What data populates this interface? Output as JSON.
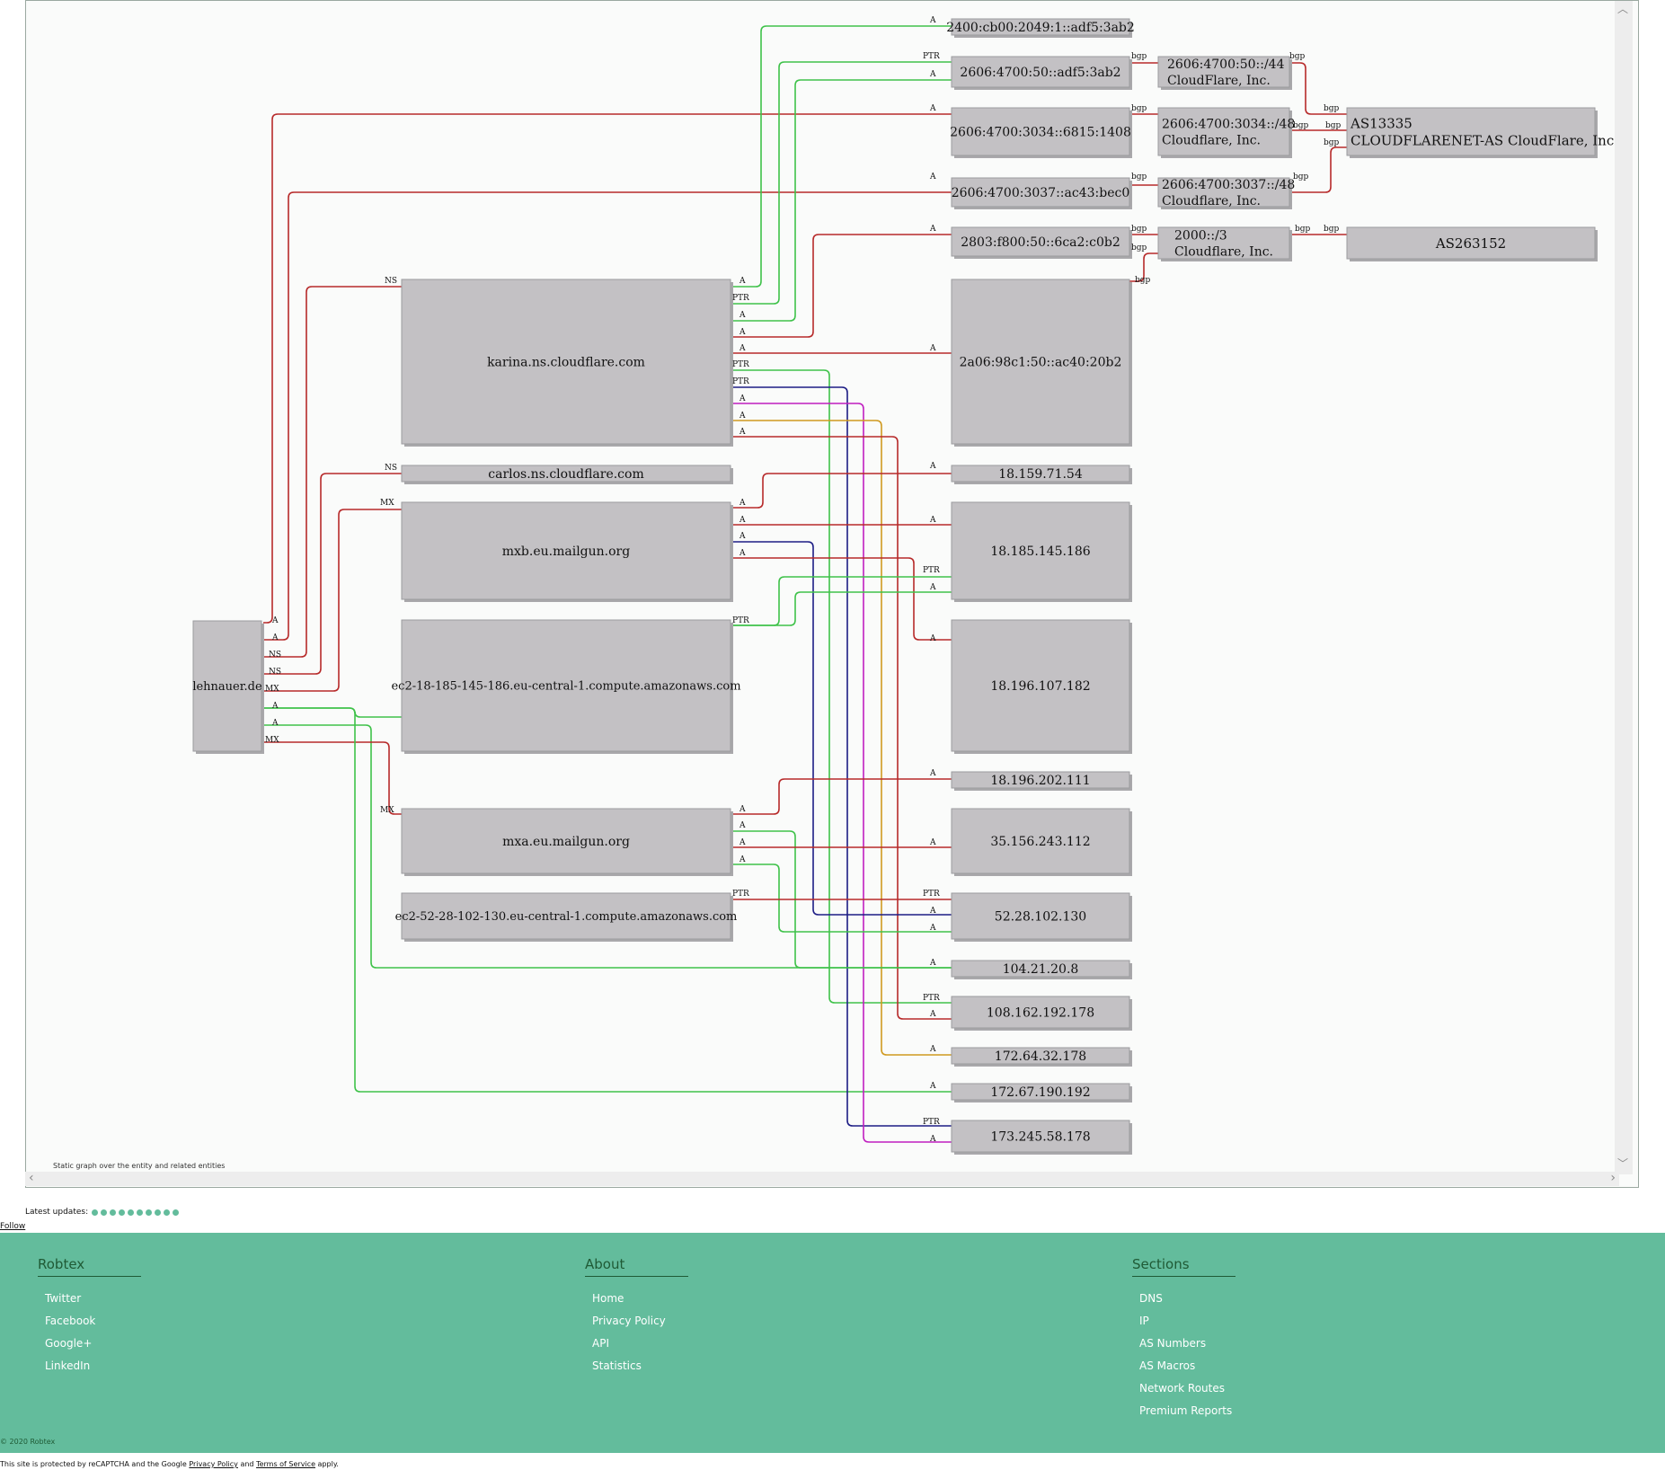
{
  "graph": {
    "caption": "Static graph over the entity and related entities",
    "nodes": [
      {
        "id": "lehnauer",
        "label": "lehnauer.de"
      },
      {
        "id": "karina",
        "label": "karina.ns.cloudflare.com"
      },
      {
        "id": "carlos",
        "label": "carlos.ns.cloudflare.com"
      },
      {
        "id": "mxb",
        "label": "mxb.eu.mailgun.org"
      },
      {
        "id": "ec2a",
        "label": "ec2-18-185-145-186.eu-central-1.compute.amazonaws.com"
      },
      {
        "id": "mxa",
        "label": "mxa.eu.mailgun.org"
      },
      {
        "id": "ec2b",
        "label": "ec2-52-28-102-130.eu-central-1.compute.amazonaws.com"
      },
      {
        "id": "ip6_1",
        "label": "2400:cb00:2049:1::adf5:3ab2"
      },
      {
        "id": "ip6_2",
        "label": "2606:4700:50::adf5:3ab2"
      },
      {
        "id": "ip6_3",
        "label": "2606:4700:3034::6815:1408"
      },
      {
        "id": "ip6_4",
        "label": "2606:4700:3037::ac43:bec0"
      },
      {
        "id": "ip6_5",
        "label": "2803:f800:50::6ca2:c0b2"
      },
      {
        "id": "ip6_6",
        "label": "2a06:98c1:50::ac40:20b2"
      },
      {
        "id": "ip4_1",
        "label": "18.159.71.54"
      },
      {
        "id": "ip4_2",
        "label": "18.185.145.186"
      },
      {
        "id": "ip4_3",
        "label": "18.196.107.182"
      },
      {
        "id": "ip4_4",
        "label": "18.196.202.111"
      },
      {
        "id": "ip4_5",
        "label": "35.156.243.112"
      },
      {
        "id": "ip4_6",
        "label": "52.28.102.130"
      },
      {
        "id": "ip4_7",
        "label": "104.21.20.8"
      },
      {
        "id": "ip4_8",
        "label": "108.162.192.178"
      },
      {
        "id": "ip4_9",
        "label": "172.64.32.178"
      },
      {
        "id": "ip4_10",
        "label": "172.67.190.192"
      },
      {
        "id": "ip4_11",
        "label": "173.245.58.178"
      },
      {
        "id": "pfx_1",
        "label": "2606:4700:50::/44",
        "label2": "CloudFlare, Inc."
      },
      {
        "id": "pfx_2",
        "label": "2606:4700:3034::/48",
        "label2": "Cloudflare, Inc."
      },
      {
        "id": "pfx_3",
        "label": "2606:4700:3037::/48",
        "label2": "Cloudflare, Inc."
      },
      {
        "id": "pfx_4",
        "label": "2000::/3",
        "label2": "Cloudflare, Inc."
      },
      {
        "id": "as_1",
        "label": "AS13335",
        "label2": "CLOUDFLARENET-AS CloudFlare, Inc."
      },
      {
        "id": "as_2",
        "label": "AS263152"
      }
    ],
    "edge_labels": [
      "A",
      "PTR",
      "NS",
      "MX",
      "bgp"
    ],
    "edge_colors": {
      "red": "#b72a2a",
      "green": "#3fc24a",
      "navy": "#1d1d85",
      "magenta": "#c01ec0",
      "gold": "#d09a20"
    }
  },
  "latest_updates_label": "Latest updates:",
  "latest_updates_count": 10,
  "follow_label": "Follow",
  "footer": {
    "robtex": {
      "title": "Robtex",
      "links": [
        "Twitter",
        "Facebook",
        "Google+",
        "LinkedIn"
      ]
    },
    "about": {
      "title": "About",
      "links": [
        "Home",
        "Privacy Policy",
        "API",
        "Statistics"
      ]
    },
    "sections": {
      "title": "Sections",
      "links": [
        "DNS",
        "IP",
        "AS Numbers",
        "AS Macros",
        "Network Routes",
        "Premium Reports"
      ]
    },
    "copyright": "© 2020 Robtex"
  },
  "recaptcha": {
    "prefix": "This site is protected by reCAPTCHA and the Google",
    "privacy": "Privacy Policy",
    "and": "and",
    "terms": "Terms of Service",
    "suffix": "apply."
  }
}
